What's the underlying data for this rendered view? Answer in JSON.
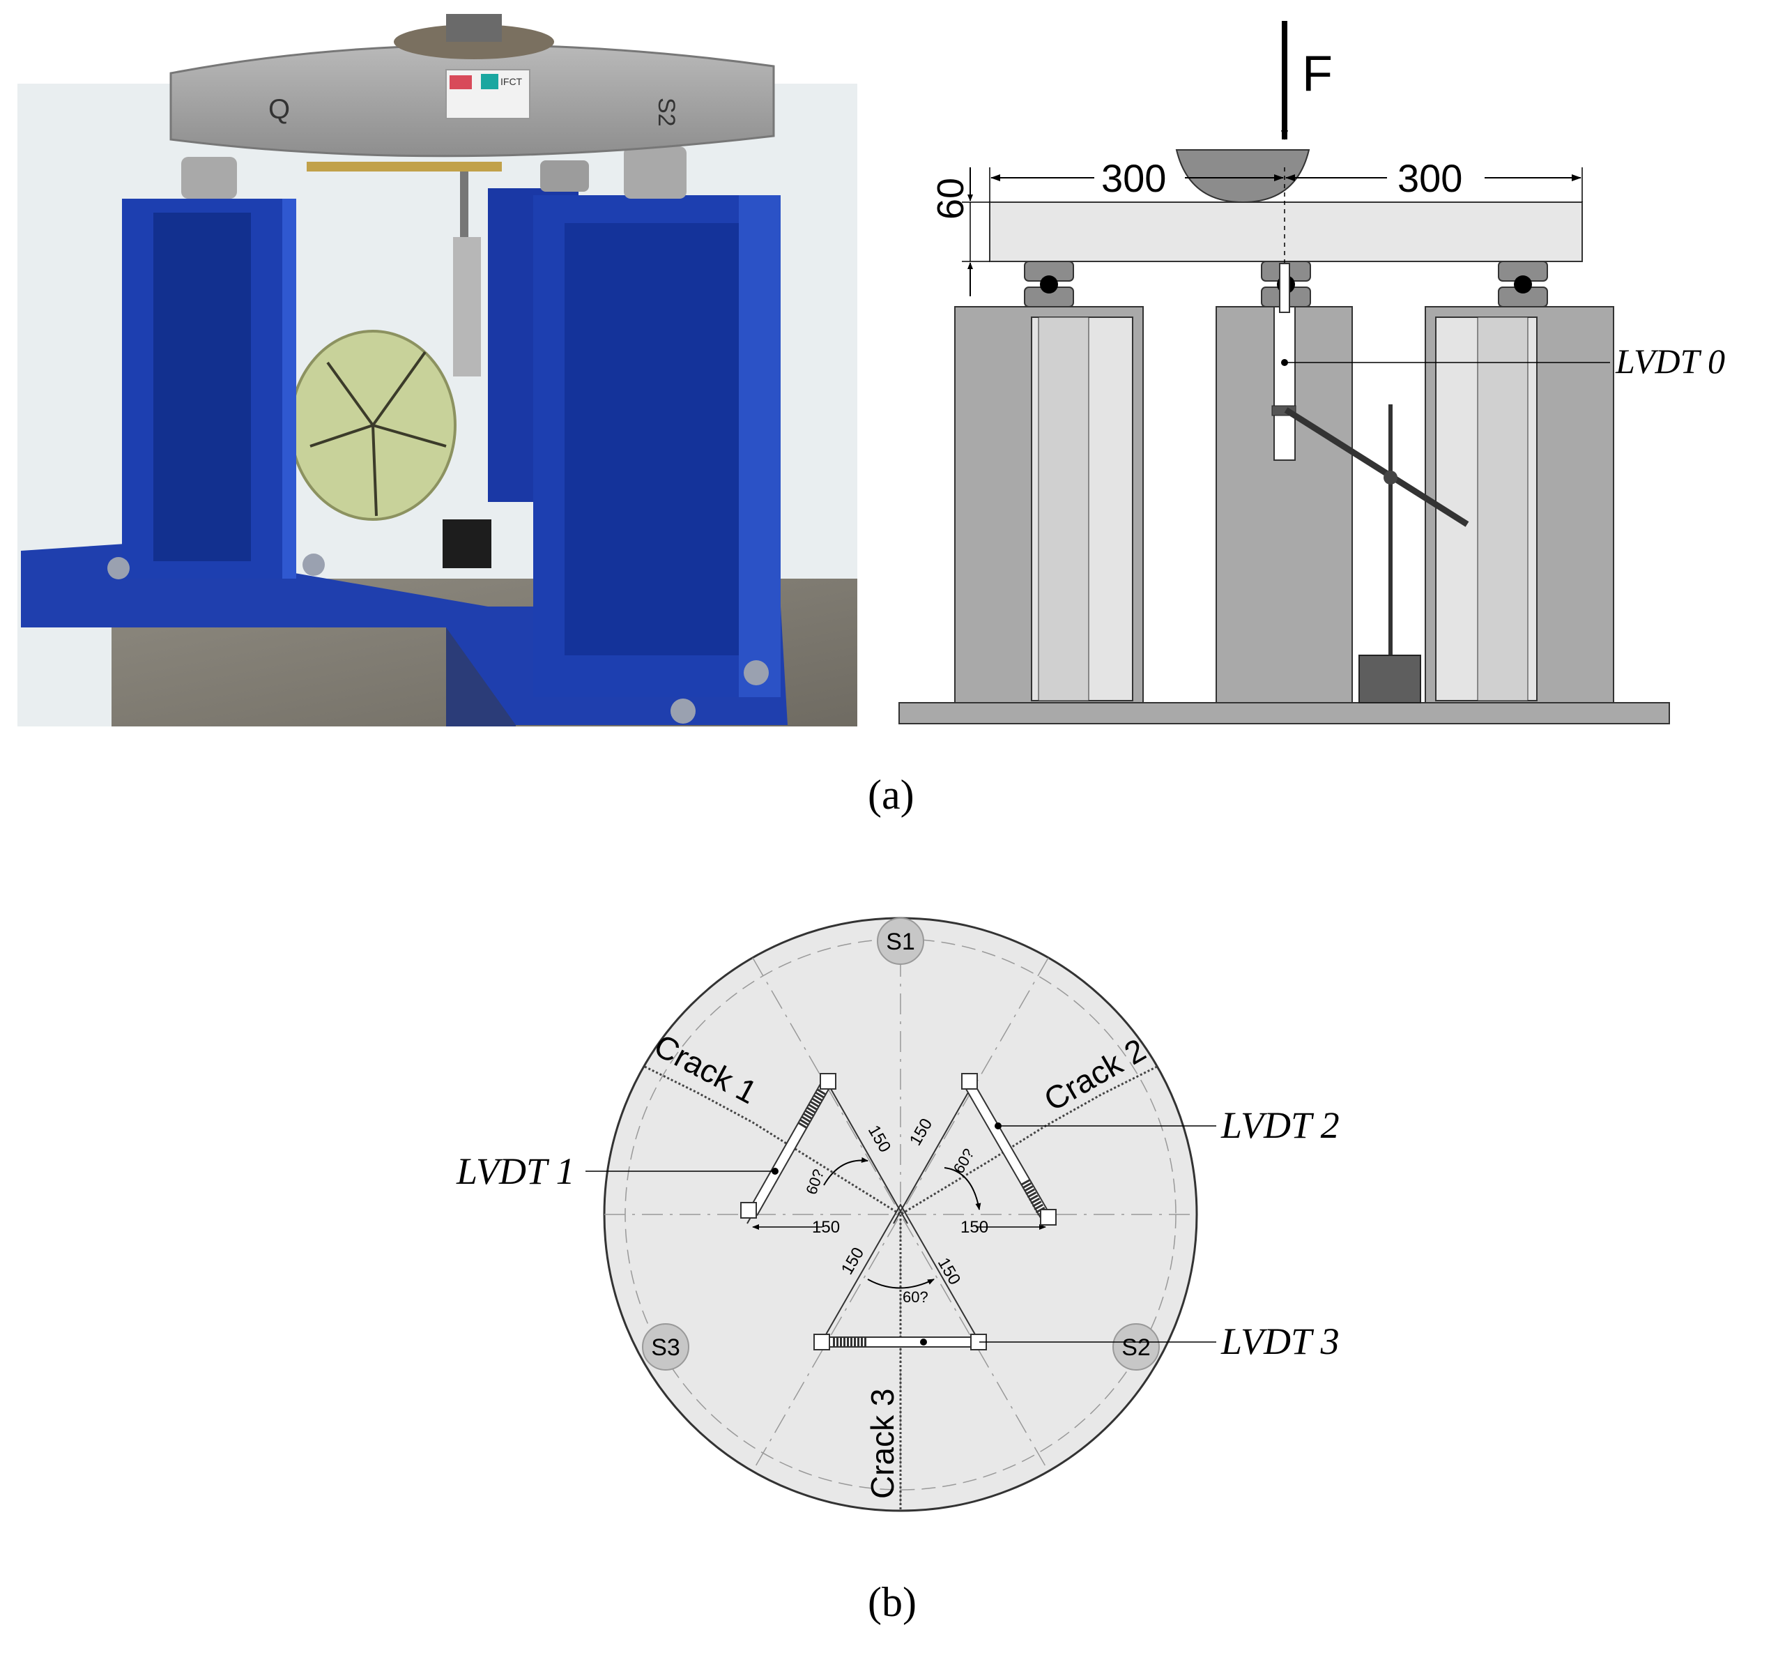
{
  "panel_a": {
    "caption": "(a)",
    "photo": {
      "plate_lettering_1": "IFCT",
      "slab_mark_left": "Q",
      "slab_mark_right": "S2"
    },
    "drawing": {
      "force_label": "F",
      "span_left": "300",
      "span_right": "300",
      "thickness": "60",
      "lvdt_label": "LVDT 0"
    }
  },
  "panel_b": {
    "caption": "(b)",
    "supports": [
      "S1",
      "S2",
      "S3"
    ],
    "cracks": [
      "Crack 1",
      "Crack 2",
      "Crack 3"
    ],
    "lvdt_labels": [
      "LVDT 1",
      "LVDT 2",
      "LVDT 3"
    ],
    "dimensions": {
      "d1": "150",
      "d2": "150",
      "d3": "150",
      "d4": "150",
      "d5": "150",
      "d6": "150",
      "a1": "60?",
      "a2": "60?",
      "a3": "60?"
    }
  },
  "colors": {
    "blue_frame": "#1d3fb0",
    "concrete": "#9b9b9b",
    "steel_gray": "#a8a8a8",
    "light_gray": "#e7e7e7"
  }
}
